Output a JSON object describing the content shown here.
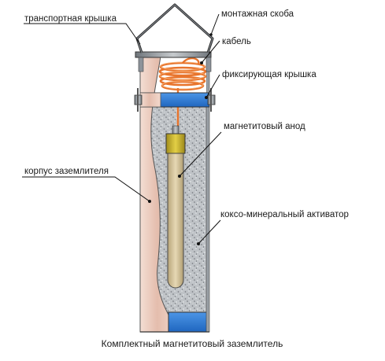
{
  "labels": {
    "transport_cover": "транспортная крышка",
    "mounting_bracket": "монтажная скоба",
    "cable": "кабель",
    "fixing_cover": "фиксирующая крышка",
    "magnetite_anode": "магнетитовый анод",
    "body": "корпус заземлителя",
    "activator": "коксо-минеральный активатор"
  },
  "caption": "Комплектный магнетитовый заземлитель",
  "colors": {
    "cover_blue": "#2f7fd8",
    "cable_orange": "#e8742c",
    "anode_cap": "#c9b32a",
    "anode_body": "#cdbb8e",
    "body_pink": "#e9c6b8",
    "fill_gray": "#b9bdc2",
    "steel": "#8a9097"
  }
}
